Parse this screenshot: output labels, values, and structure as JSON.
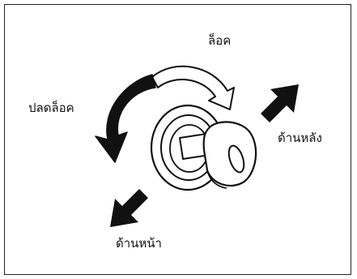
{
  "labels": {
    "lock": "ล็อค",
    "unlock": "ปลดล็อค",
    "rear": "ด้านหลัง",
    "front": "ด้านหน้า"
  },
  "colors": {
    "ink": "#111111",
    "background": "#ffffff"
  },
  "icons": {
    "key": "key-icon",
    "ignition_cylinder": "key-cylinder-icon"
  }
}
